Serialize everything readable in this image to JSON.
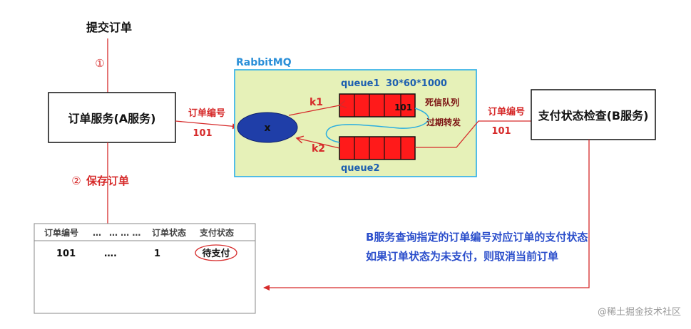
{
  "submit_label": "提交订单",
  "step1": "①",
  "step2_circle": "②",
  "step2_text": "保存订单",
  "service_a": "订单服务(A服务)",
  "service_b": "支付状态检查(B服务)",
  "rabbitmq_title": "RabbitMQ",
  "exchange_label": "x",
  "queue1_label": "queue1",
  "ttl_label": "30*60*1000",
  "queue2_label": "queue2",
  "queue1_msg": "101",
  "k1_label": "k1",
  "k2_label": "k2",
  "dead_letter_label": "死信队列",
  "expire_forward_label": "过期转发",
  "order_no_left": "订单编号",
  "order_val_left": "101",
  "order_no_right": "订单编号",
  "order_val_right": "101",
  "table": {
    "headers": [
      "订单编号",
      "…",
      "… … …",
      "订单状态",
      "支付状态"
    ],
    "row": [
      "101",
      "….",
      "1",
      "待支付"
    ]
  },
  "note_line1": "B服务查询指定的订单编号对应订单的支付状态",
  "note_line2": "如果订单状态为未支付，则取消当前订单",
  "watermark": "@稀土掘金技术社区",
  "colors": {
    "red": "#d62a2a",
    "mq_border": "#3fb6e8",
    "mq_fill": "#e6f1b8",
    "queue_fill": "#ff1a1a",
    "exchange_fill": "#1f3ea8",
    "blue_text": "#2b4ecb",
    "queue_text": "#1d5fb0"
  }
}
